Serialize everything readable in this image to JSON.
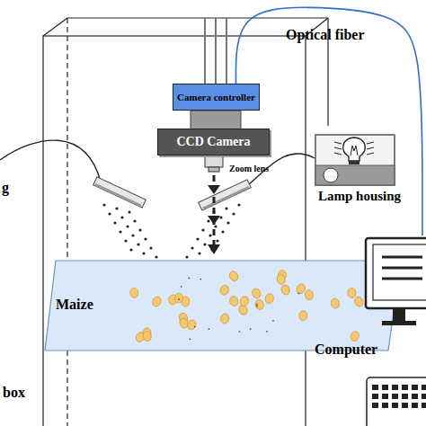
{
  "diagram": {
    "nodes": [
      {
        "text": [
          "Camera controller"
        ]
      },
      {
        "text": [
          "CCD Camera"
        ]
      },
      {
        "text": [
          "Maize"
        ]
      },
      {
        "text": [
          "Lamp housing"
        ]
      },
      {
        "text": [
          "Computer"
        ]
      }
    ],
    "edges": [
      {
        "from": 0,
        "to": 4,
        "arrow": "none",
        "label": "Optical fiber"
      }
    ],
    "labels": [
      "Zoom lens",
      "g",
      "box"
    ]
  }
}
